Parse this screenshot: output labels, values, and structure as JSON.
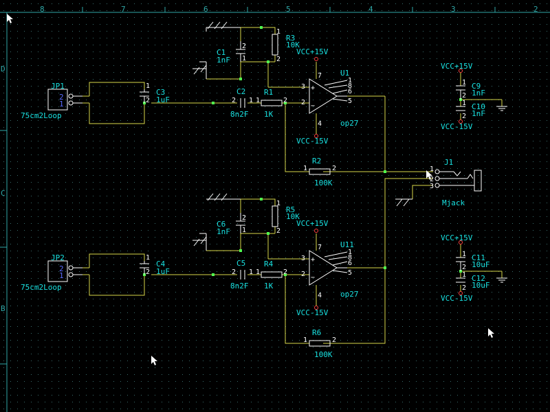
{
  "colors": {
    "background": "#000000",
    "grid": "#3a6f6f",
    "border": "#2fa8a8",
    "wire": "#d8d84a",
    "component": "#ffffff",
    "label": "#18e0e0",
    "ref": "#18e0e0",
    "pin_number": "#ffffff",
    "pin_label": "#5a6cff",
    "net_label": "#18e0e0",
    "node": "#50ff50",
    "power_pin": "#ff4040"
  },
  "top_ruler": [
    "8",
    "7",
    "6",
    "5",
    "4",
    "3",
    "2"
  ],
  "left_ruler": [
    "D",
    "C",
    "B"
  ],
  "connectors": {
    "jp1": {
      "ref": "JP1",
      "value": "75cm2Loop",
      "pin2": "2",
      "pin1": "1"
    },
    "jp2": {
      "ref": "JP2",
      "value": "75cm2Loop",
      "pin2": "2",
      "pin1": "1"
    },
    "j1": {
      "ref": "J1",
      "value": "Mjack",
      "pin1": "1",
      "pin2": "2",
      "pin3": "3"
    }
  },
  "components": {
    "c1": {
      "ref": "C1",
      "value": "1nF"
    },
    "c2": {
      "ref": "C2",
      "value": "8n2F"
    },
    "c3": {
      "ref": "C3",
      "value": "1uF"
    },
    "c4": {
      "ref": "C4",
      "value": "1uF"
    },
    "c5": {
      "ref": "C5",
      "value": "8n2F"
    },
    "c6": {
      "ref": "C6",
      "value": "1nF"
    },
    "c9": {
      "ref": "C9",
      "value": "1nF"
    },
    "c10": {
      "ref": "C10",
      "value": "1nF"
    },
    "c11": {
      "ref": "C11",
      "value": "10uF"
    },
    "c12": {
      "ref": "C12",
      "value": "10uF"
    },
    "r1": {
      "ref": "R1",
      "value": "1K"
    },
    "r2": {
      "ref": "R2",
      "value": "100K"
    },
    "r3": {
      "ref": "R3",
      "value": "10K"
    },
    "r4": {
      "ref": "R4",
      "value": "1K"
    },
    "r5": {
      "ref": "R5",
      "value": "10K"
    },
    "r6": {
      "ref": "R6",
      "value": "100K"
    },
    "u1": {
      "ref": "U1",
      "value": "op27"
    },
    "u11": {
      "ref": "U11",
      "value": "op27"
    }
  },
  "nets": {
    "vcc_pos": "VCC+15V",
    "vcc_neg": "VCC-15V"
  },
  "pins": {
    "p1": "1",
    "p2": "2",
    "p3": "3",
    "p4": "4",
    "p5": "5",
    "p6": "6",
    "p7": "7",
    "p8": "8"
  }
}
